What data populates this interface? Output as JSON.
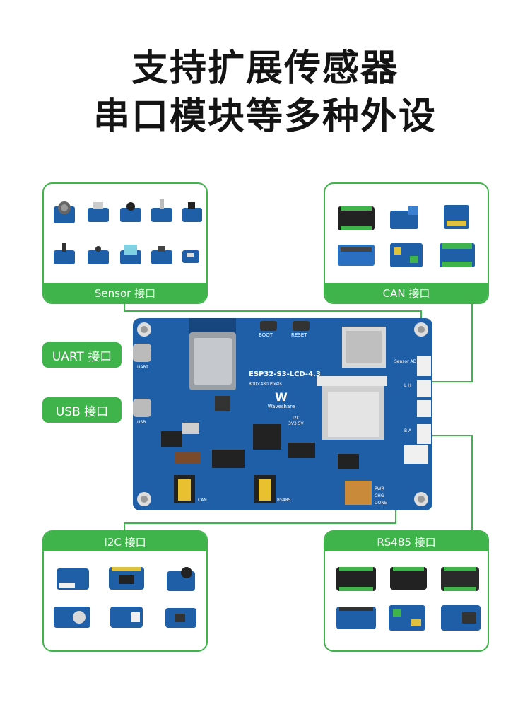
{
  "title": {
    "line1": "支持扩展传感器",
    "line2": "串口模块等多种外设"
  },
  "panels": {
    "sensor": "Sensor 接口",
    "can": "CAN 接口",
    "i2c": "I2C 接口",
    "rs485": "RS485 接口"
  },
  "pills": {
    "uart": "UART 接口",
    "usb": "USB 接口"
  },
  "board": {
    "name": "ESP32-S3-LCD-4.3",
    "resolution": "800×480 Pixels",
    "brand": "Waveshare",
    "btn_boot": "BOOT",
    "btn_reset": "RESET",
    "lbl_uart": "UART",
    "lbl_usb": "USB",
    "lbl_i2c": "I2C",
    "lbl_volt": "3V3 5V",
    "lbl_can": "CAN",
    "lbl_rs485": "RS485",
    "lbl_sensor": "Sensor AD",
    "lbl_pwr": "PWR",
    "lbl_chg": "CHG",
    "lbl_done": "DONE",
    "lbl_can_pins": "L H",
    "lbl_rs_pins": "B A"
  },
  "colors": {
    "accent": "#3fb44a",
    "board": "#1f5fa8",
    "board_dark": "#17467e"
  }
}
